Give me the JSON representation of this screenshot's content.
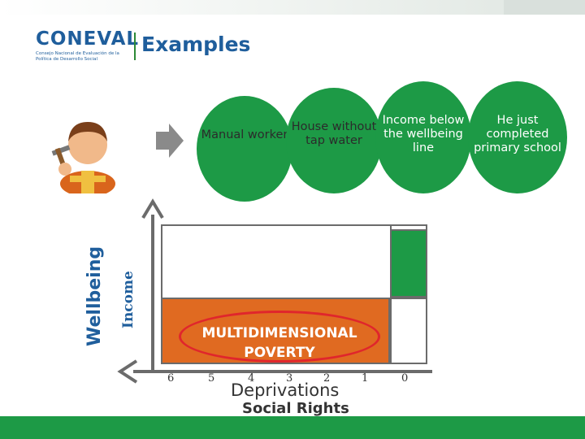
{
  "header": {
    "logo_word": "CONEVAL",
    "logo_subtitle": "Consejo Nacional de Evaluación de la Política de Desarrollo Social",
    "title": "Examples"
  },
  "circles": [
    {
      "label": "Manual worker"
    },
    {
      "label": "House without tap water"
    },
    {
      "label": "Income below the wellbeing line"
    },
    {
      "label": "He just completed primary school"
    }
  ],
  "diagram": {
    "y_label_wellbeing": "Wellbeing",
    "y_label_income": "Income",
    "poverty_line1": "MULTIDIMENSIONAL",
    "poverty_line2": "POVERTY",
    "x_ticks": [
      "6",
      "5",
      "4",
      "3",
      "2",
      "1",
      "0"
    ],
    "x_label": "Deprivations",
    "x_sublabel": "Social Rights"
  },
  "colors": {
    "green": "#1d9a46",
    "orange": "#e06a21",
    "red": "#e0262c",
    "blue": "#1f5e9c"
  }
}
